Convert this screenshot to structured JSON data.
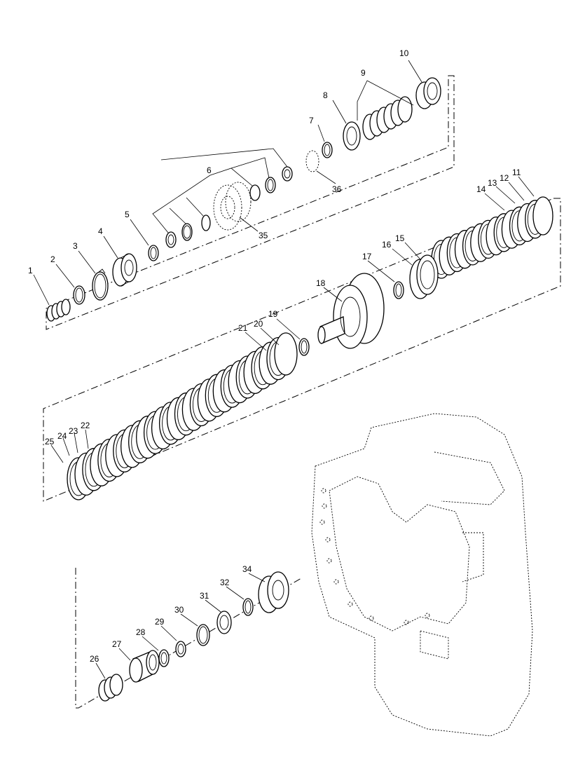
{
  "diagram": {
    "callouts": [
      "1",
      "2",
      "3",
      "4",
      "5",
      "6",
      "7",
      "8",
      "9",
      "10",
      "11",
      "12",
      "13",
      "14",
      "15",
      "16",
      "17",
      "18",
      "19",
      "20",
      "21",
      "22",
      "23",
      "24",
      "25",
      "26",
      "27",
      "28",
      "29",
      "30",
      "31",
      "32",
      "34",
      "35",
      "36"
    ]
  }
}
